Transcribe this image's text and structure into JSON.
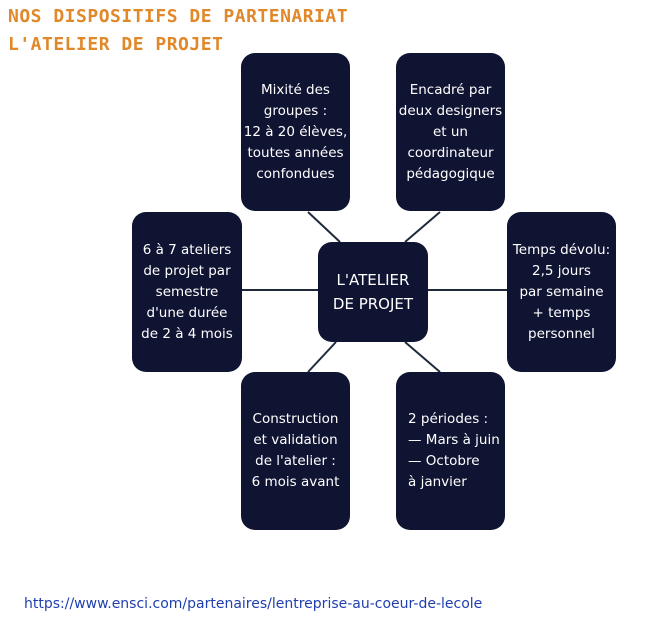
{
  "header": {
    "line1": "NOS DISPOSITIFS DE PARTENARIAT",
    "line2": "L'ATELIER DE PROJET"
  },
  "diagram": {
    "center": {
      "lines": [
        "L'ATELIER",
        "DE PROJET"
      ]
    },
    "nodes": {
      "mixite": {
        "lines": [
          "Mixité des",
          "groupes :",
          "12 à 20 élèves,",
          "toutes années",
          "confondues"
        ]
      },
      "encadrement": {
        "lines": [
          "Encadré par",
          "deux designers",
          "et un",
          "coordinateur",
          "pédagogique"
        ]
      },
      "ateliers": {
        "lines": [
          "6 à 7 ateliers",
          "de projet par",
          "semestre",
          "d'une durée",
          "de  2 à 4 mois"
        ]
      },
      "temps": {
        "lines": [
          "Temps dévolu:",
          "2,5 jours",
          "par semaine",
          "+ temps",
          "personnel"
        ]
      },
      "construction": {
        "lines": [
          "Construction",
          "et validation",
          "de l'atelier :",
          "6 mois avant"
        ]
      },
      "periodes": {
        "lines": [
          "2 périodes :",
          "— Mars à juin",
          "— Octobre",
          "à janvier"
        ]
      }
    },
    "colors": {
      "node_fill": "#101433",
      "connector": "#1e2a3c",
      "title": "#e0882a",
      "link": "#1f3fae"
    }
  },
  "footer": {
    "url": "https://www.ensci.com/partenaires/lentreprise-au-coeur-de-lecole"
  }
}
